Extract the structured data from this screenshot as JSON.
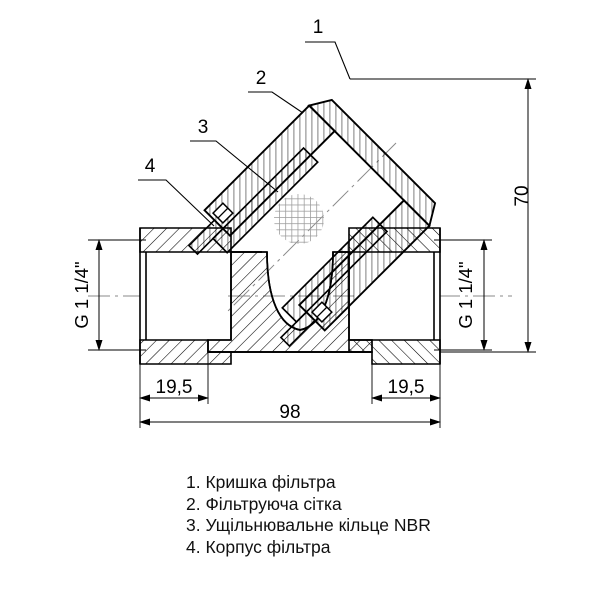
{
  "drawing": {
    "title": "Y-Strainer Filter Sectional Drawing",
    "line_color": "#000000",
    "center_line_color": "#808080",
    "mesh_color": "#9a9a9a",
    "dimensions": {
      "height_total": "70",
      "length_total": "98",
      "port_left": "19,5",
      "port_right": "19,5",
      "thread_left": "G 1 1/4\"",
      "thread_right": "G 1 1/4\""
    },
    "callouts": [
      {
        "id": "1",
        "label": "1"
      },
      {
        "id": "2",
        "label": "2"
      },
      {
        "id": "3",
        "label": "3"
      },
      {
        "id": "4",
        "label": "4"
      }
    ]
  },
  "legend": {
    "items": [
      "1. Кришка фільтра",
      "2. Фільтруюча сітка",
      "3. Ущільнювальне кільце NBR",
      "4. Корпус фільтра"
    ]
  }
}
